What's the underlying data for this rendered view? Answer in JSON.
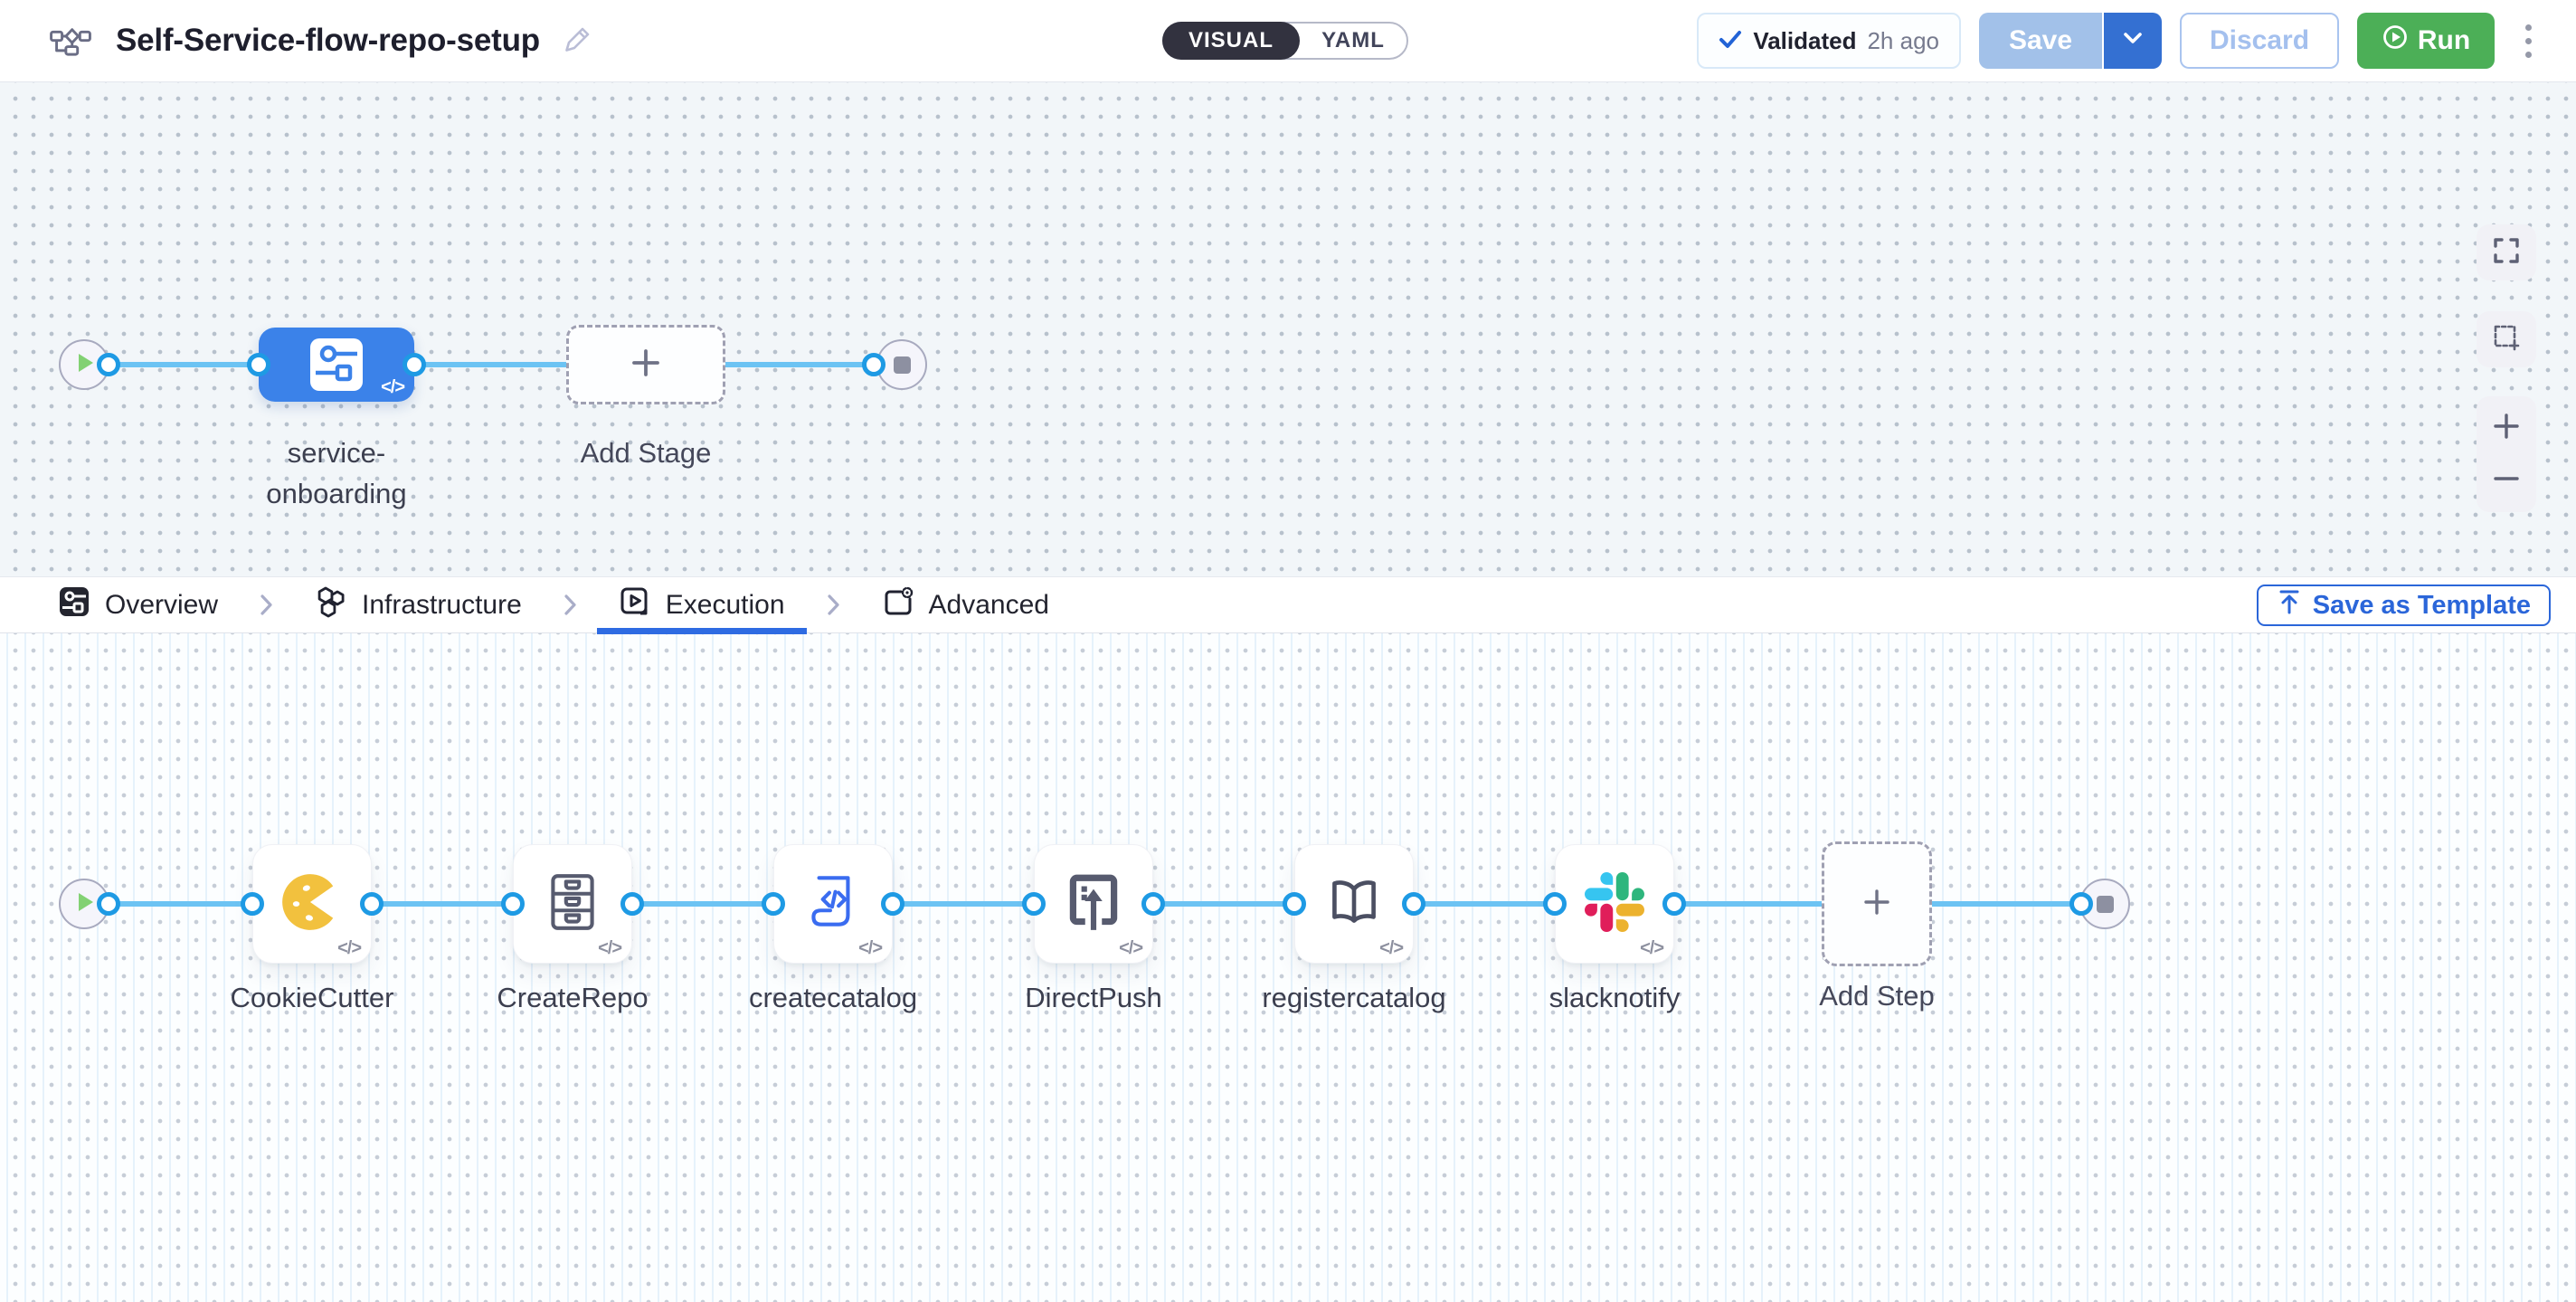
{
  "header": {
    "title": "Self-Service-flow-repo-setup",
    "mode_toggle": {
      "visual": "VISUAL",
      "yaml": "YAML"
    },
    "validated_label": "Validated",
    "validated_time": "2h ago",
    "save_label": "Save",
    "discard_label": "Discard",
    "run_label": "Run"
  },
  "stage_canvas": {
    "stage_name_line1": "service-",
    "stage_name_line2": "onboarding",
    "add_stage_label": "Add Stage",
    "code_badge": "</>"
  },
  "tabs": {
    "items": [
      {
        "label": "Overview"
      },
      {
        "label": "Infrastructure"
      },
      {
        "label": "Execution",
        "active": true
      },
      {
        "label": "Advanced"
      }
    ],
    "save_as_template_label": "Save as Template"
  },
  "execution_canvas": {
    "steps": [
      {
        "label": "CookieCutter",
        "icon": "cookiecutter-icon"
      },
      {
        "label": "CreateRepo",
        "icon": "drawer-cabinet-icon"
      },
      {
        "label": "createcatalog",
        "icon": "code-scroll-icon"
      },
      {
        "label": "DirectPush",
        "icon": "push-upload-icon"
      },
      {
        "label": "registercatalog",
        "icon": "open-book-icon"
      },
      {
        "label": "slacknotify",
        "icon": "slack-icon"
      }
    ],
    "add_step_label": "Add Step",
    "code_badge": "</>"
  },
  "colors": {
    "accent_blue": "#2e6be2",
    "stage_node_blue": "#3b82e9",
    "connector_blue": "#6cc3f3",
    "port_blue": "#1e9ae4",
    "run_green": "#4caf57",
    "save_disabled_blue": "#a2c1e9",
    "save_caret_blue": "#3470d2",
    "discard_blue": "#a4c0ee",
    "stage_canvas_bg": "#f2f6f9",
    "exec_canvas_bg": "#fcfeff"
  }
}
